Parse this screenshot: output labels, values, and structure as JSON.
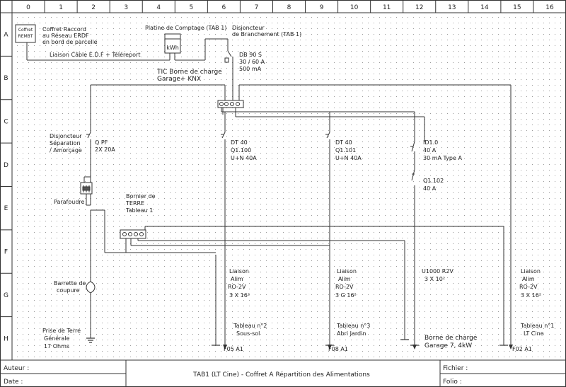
{
  "grid": {
    "columns": [
      "0",
      "1",
      "2",
      "3",
      "4",
      "5",
      "6",
      "7",
      "8",
      "9",
      "10",
      "11",
      "12",
      "13",
      "14",
      "15",
      "16"
    ],
    "rows": [
      "A",
      "B",
      "C",
      "D",
      "E",
      "F",
      "G",
      "H"
    ]
  },
  "labels": {
    "coffret_box_line1": "Coffret",
    "coffret_box_line2": "REMBT",
    "coffret_line1": "Coffret Raccord",
    "coffret_line2": "au Réseau ERDF",
    "coffret_line3": "en bord de parcelle",
    "liaison_cable": "Liaison Câble E.D.F + Téléreport",
    "platine": "Platine de Comptage (TAB 1)",
    "kwh": "kWh",
    "disj_branch_line1": "Disjoncteur",
    "disj_branch_line2": "de Branchement (TAB 1)",
    "db_line1": "DB 90 S",
    "db_line2": "30 / 60 A",
    "db_line3": "500 mA",
    "tic_line1": "TIC Borne de charge",
    "tic_line2": "Garage+ KNX",
    "sep_line1": "Disjoncteur",
    "sep_line2": "Séparation",
    "sep_line3": "/ Amorçage",
    "qpf_line1": "Q PF",
    "qpf_line2": "2X 20A",
    "dt1_line1": "DT 40",
    "dt1_line2": "Q1.100",
    "dt1_line3": "U+N 40A",
    "dt2_line1": "DT 40",
    "dt2_line2": "Q1.101",
    "dt2_line3": "U+N 40A",
    "id_line1": "ID1.0",
    "id_line2": "40 A",
    "id_line3": "30 mA Type A",
    "q102_line1": "Q1.102",
    "q102_line2": "40 A",
    "parafoudre": "Parafoudre",
    "bornier_line1": "Bornier de",
    "bornier_line2": "TERRE",
    "bornier_line3": "Tableau 1",
    "barrette_line1": "Barrette de",
    "barrette_line2": "coupure",
    "liaison1_line1": "Liaison",
    "liaison1_line2": "Alim",
    "liaison1_line3": "RO-2V",
    "liaison1_line4": "3 X 16²",
    "liaison2_line1": "Liaison",
    "liaison2_line2": "Alim",
    "liaison2_line3": "RO-2V",
    "liaison2_line4": "3 G 16²",
    "u1000_line1": "U1000 R2V",
    "u1000_line2": "3 X 10²",
    "liaison3_line1": "Liaison",
    "liaison3_line2": "Alim",
    "liaison3_line3": "RO-2V",
    "liaison3_line4": "3 X 16²",
    "tab2_line1": "Tableau n°2",
    "tab2_line2": "Sous-sol",
    "tab3_line1": "Tableau n°3",
    "tab3_line2": "Abri Jardin",
    "borne_line1": "Borne de charge",
    "borne_line2": "Garage 7, 4kW",
    "tab1_line1": "Tableau n°1",
    "tab1_line2": "LT Cine",
    "prise_line1": "Prise de Terre",
    "prise_line2": "Générale",
    "prise_line3": "17 Ohms",
    "ref_f05": "F05 A1",
    "ref_f08": "F08 A1",
    "ref_f02": "F02 A1"
  },
  "title_block": {
    "auteur_label": "Auteur :",
    "date_label": "Date :",
    "title": "TAB1 (LT Cine) - Coffret A  Répartition des Alimentations",
    "fichier_label": "Fichier :",
    "folio_label": "Folio :"
  }
}
